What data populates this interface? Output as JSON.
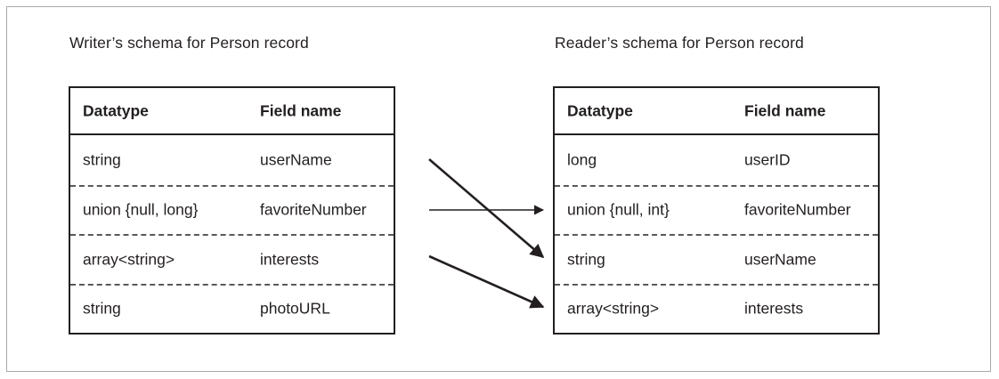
{
  "figure": {
    "writer_title": "Writer’s schema for Person record",
    "reader_title": "Reader’s schema for Person record",
    "line_color": "#231f20",
    "dash_color": "#58595b",
    "frame_color": "#a7a9ac",
    "background": "#ffffff"
  },
  "writer_table": {
    "headers": {
      "datatype": "Datatype",
      "field_name": "Field name"
    },
    "rows": [
      {
        "datatype": "string",
        "field_name": "userName"
      },
      {
        "datatype": "union {null, long}",
        "field_name": "favoriteNumber"
      },
      {
        "datatype": "array<string>",
        "field_name": "interests"
      },
      {
        "datatype": "string",
        "field_name": "photoURL"
      }
    ]
  },
  "reader_table": {
    "headers": {
      "datatype": "Datatype",
      "field_name": "Field name"
    },
    "rows": [
      {
        "datatype": "long",
        "field_name": "userID"
      },
      {
        "datatype": "union {null, int}",
        "field_name": "favoriteNumber"
      },
      {
        "datatype": "string",
        "field_name": "userName"
      },
      {
        "datatype": "array<string>",
        "field_name": "interests"
      }
    ]
  },
  "mappings": [
    {
      "from_field": "userName",
      "to_field": "userName",
      "style": "diagonal-down"
    },
    {
      "from_field": "favoriteNumber",
      "to_field": "favoriteNumber",
      "style": "horizontal"
    },
    {
      "from_field": "interests",
      "to_field": "interests",
      "style": "diagonal-down"
    }
  ]
}
